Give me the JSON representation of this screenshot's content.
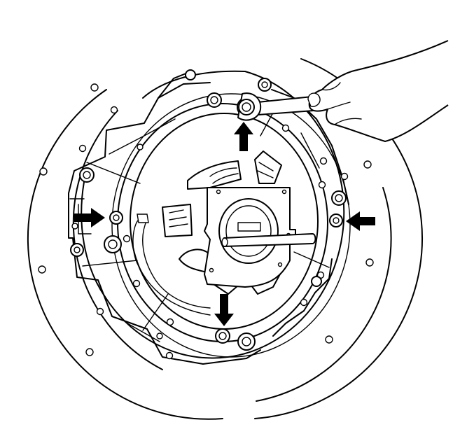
{
  "illustration": {
    "subject": "clutch-pressure-plate-bolt-removal",
    "icons": [
      "flywheel-housing",
      "pressure-plate",
      "clutch-alignment-tool",
      "wrench-icon",
      "hand-icon",
      "arrow-icon"
    ],
    "arrow_directions": [
      "down",
      "left",
      "up",
      "right"
    ],
    "line_color": "#000000",
    "background_color": "#ffffff"
  }
}
